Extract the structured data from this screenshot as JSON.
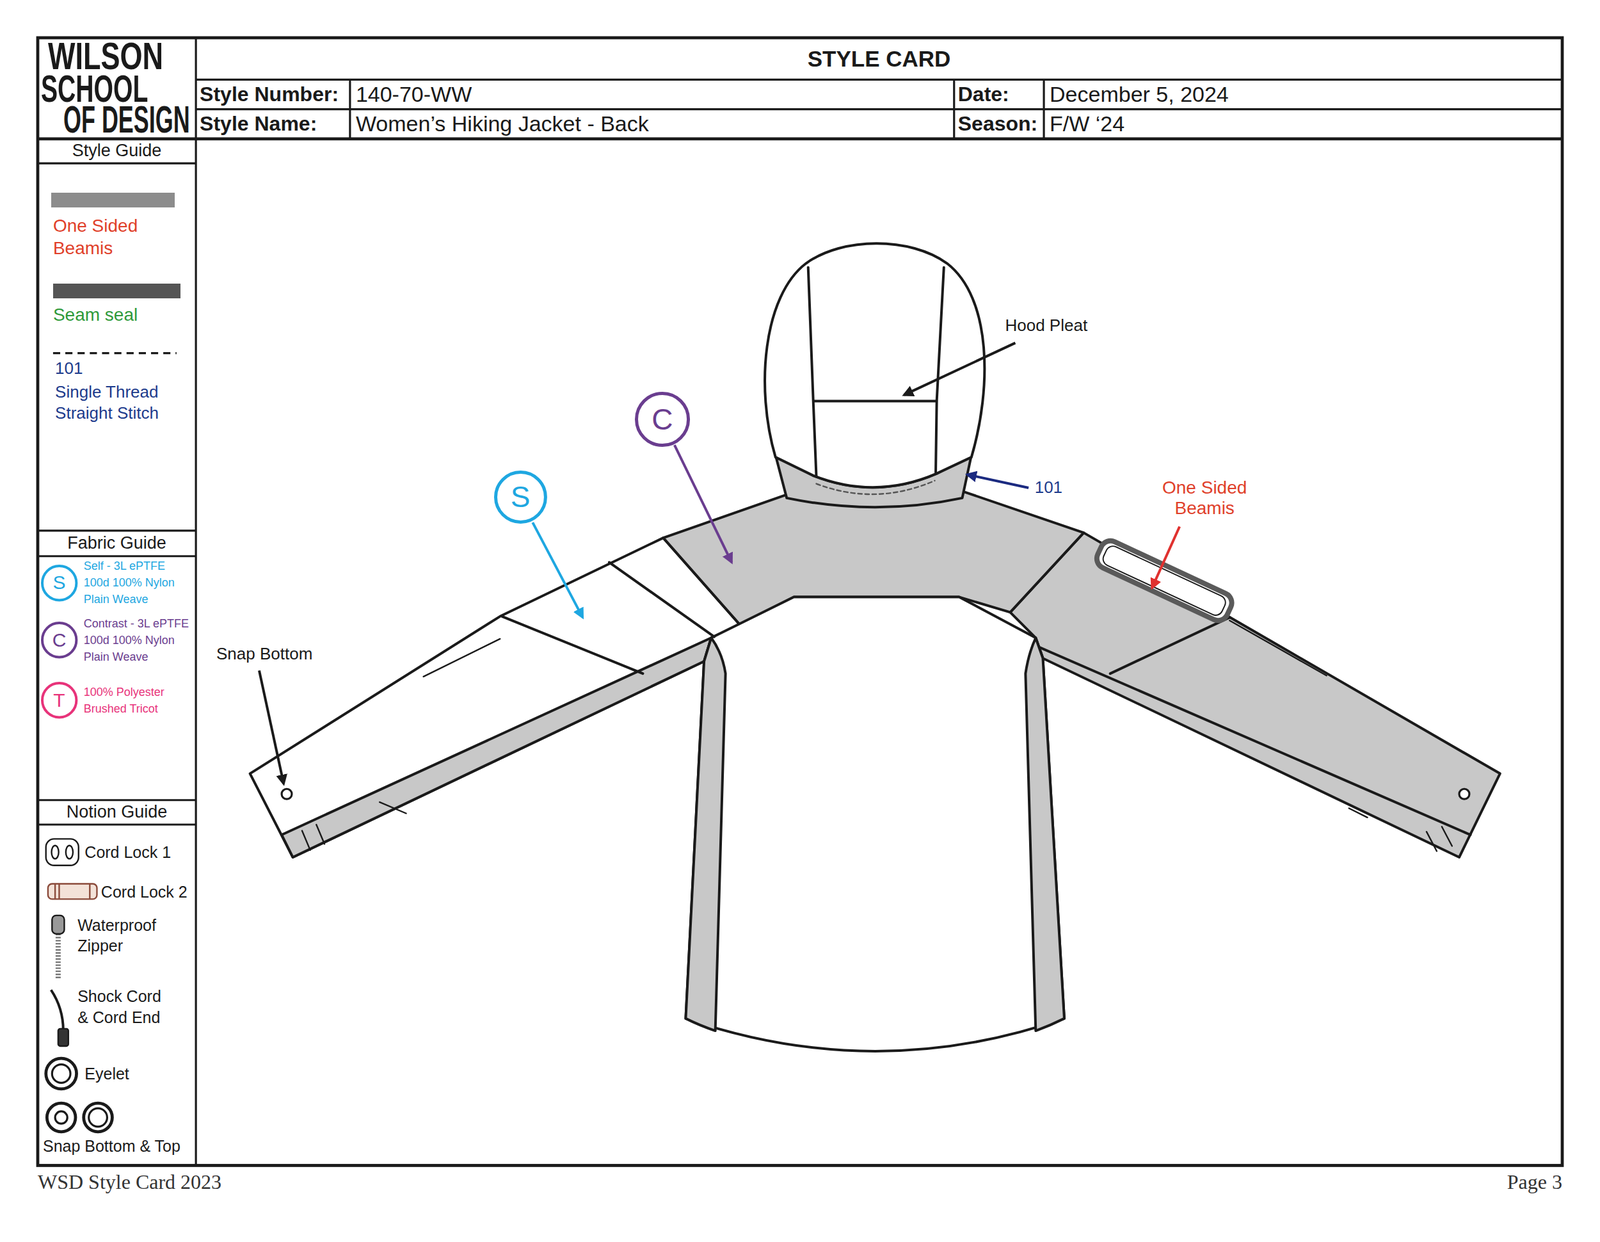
{
  "diagram": {
    "title": "STYLE CARD",
    "nodes": [
      {
        "text": [
          "Style Guide"
        ]
      },
      {
        "text": [
          "Fabric Guide"
        ]
      },
      {
        "text": [
          "S",
          "Self - 3L ePTFE 100d 100% Nylon Plain Weave"
        ],
        "in": 1
      },
      {
        "text": [
          "C",
          "Contrast - 3L ePTFE 100d 100% Nylon Plain Weave"
        ],
        "in": 1
      },
      {
        "text": [
          "T",
          "100% Polyester Brushed Tricot"
        ],
        "in": 1
      },
      {
        "text": [
          "Notion Guide"
        ]
      },
      {
        "text": [
          "S"
        ]
      },
      {
        "text": [
          "C"
        ]
      }
    ],
    "labels": [
      "WILSON",
      "SCHOOL",
      "OF DESIGN",
      "Style Number:",
      "140-70-WW",
      "Date:",
      "December 5, 2024",
      "Style Name:",
      "Women’s Hiking Jacket - Back",
      "Season:",
      "F/W ‘24",
      "101",
      "Hood Pleat",
      "101",
      "One Sided Beamis",
      "Snap Bottom",
      "WSD Style Card 2023",
      "Page 3"
    ],
    "legend": [
      {
        "text": "One Sided Beamis",
        "color": "#8c8c8c"
      },
      {
        "text": "Seam seal",
        "color": "#555555"
      },
      {
        "text": "Single Thread Straight Stitch"
      },
      {
        "text": "Cord Lock 1"
      },
      {
        "text": "Cord Lock 2"
      },
      {
        "text": "Waterproof Zipper"
      },
      {
        "text": "Shock Cord & Cord End"
      },
      {
        "text": "Eyelet"
      },
      {
        "text": "Snap Bottom & Top"
      }
    ]
  }
}
